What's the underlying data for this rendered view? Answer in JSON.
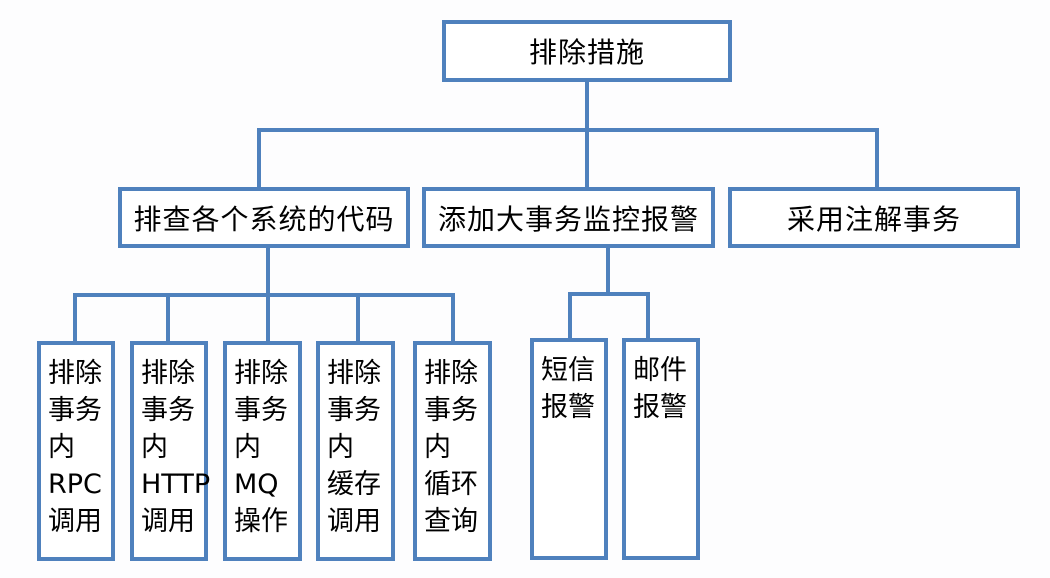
{
  "diagram": {
    "type": "tree",
    "root": {
      "label": "排除措施"
    },
    "level2": [
      {
        "label": "排查各个系统的代码"
      },
      {
        "label": "添加大事务监控报警"
      },
      {
        "label": "采用注解事务"
      }
    ],
    "leaves_code": [
      {
        "label": "排除事务内RPC调用",
        "lines": [
          "排除",
          "事务",
          "内",
          "RPC",
          "调用"
        ]
      },
      {
        "label": "排除事务内HTTP调用",
        "lines": [
          "排除",
          "事务",
          "内",
          "HTTP",
          "调用"
        ]
      },
      {
        "label": "排除事务内MQ操作",
        "lines": [
          "排除",
          "事务",
          "内",
          "MQ",
          "操作"
        ]
      },
      {
        "label": "排除事务内缓存调用",
        "lines": [
          "排除",
          "事务",
          "内",
          "缓存",
          "调用"
        ]
      },
      {
        "label": "排除事务内循环查询",
        "lines": [
          "排除",
          "事务",
          "内",
          "循环",
          "查询"
        ]
      }
    ],
    "leaves_alert": [
      {
        "label": "短信报警",
        "lines": [
          "短信",
          "报警"
        ]
      },
      {
        "label": "邮件报警",
        "lines": [
          "邮件",
          "报警"
        ]
      }
    ],
    "colors": {
      "line": "#4f81bd",
      "box_border": "#4f81bd",
      "text": "#000000",
      "background": "#fdfdfe"
    }
  }
}
